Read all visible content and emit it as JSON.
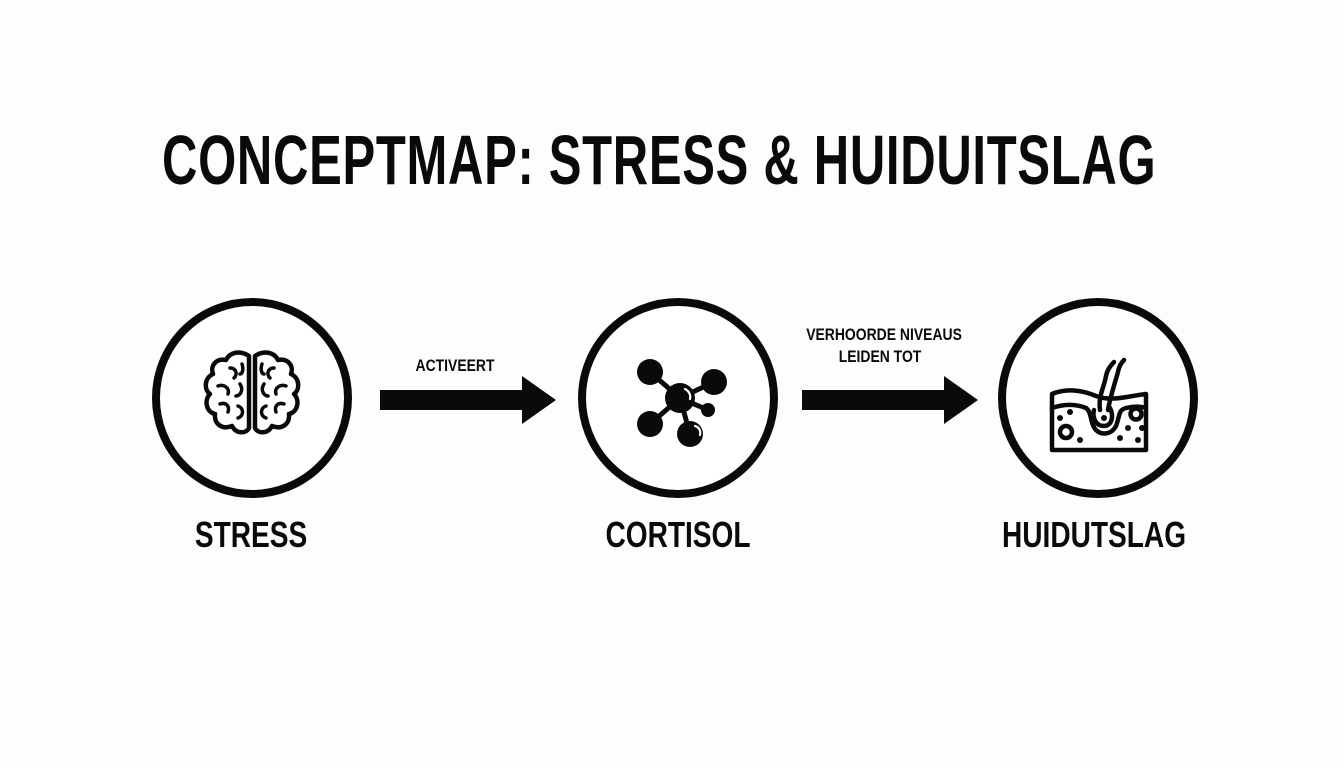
{
  "title": "CONCEPTMAP: STRESS & HUIDUITSLAG",
  "nodes": [
    {
      "id": "stress",
      "label": "STRESS",
      "icon": "brain-icon"
    },
    {
      "id": "cortisol",
      "label": "CORTISOL",
      "icon": "molecule-icon"
    },
    {
      "id": "huiduitslag",
      "label": "HUIDUTSLAG",
      "icon": "skin-layer-icon"
    }
  ],
  "edges": [
    {
      "from": "stress",
      "to": "cortisol",
      "label_lines": [
        "ACTIVEERT"
      ]
    },
    {
      "from": "cortisol",
      "to": "huiduitslag",
      "label_lines": [
        "VERHOORDE NIVEAUS",
        "LEIDEN TOT"
      ]
    }
  ],
  "colors": {
    "ink": "#0a0a0a",
    "background": "#fdfdfd"
  }
}
